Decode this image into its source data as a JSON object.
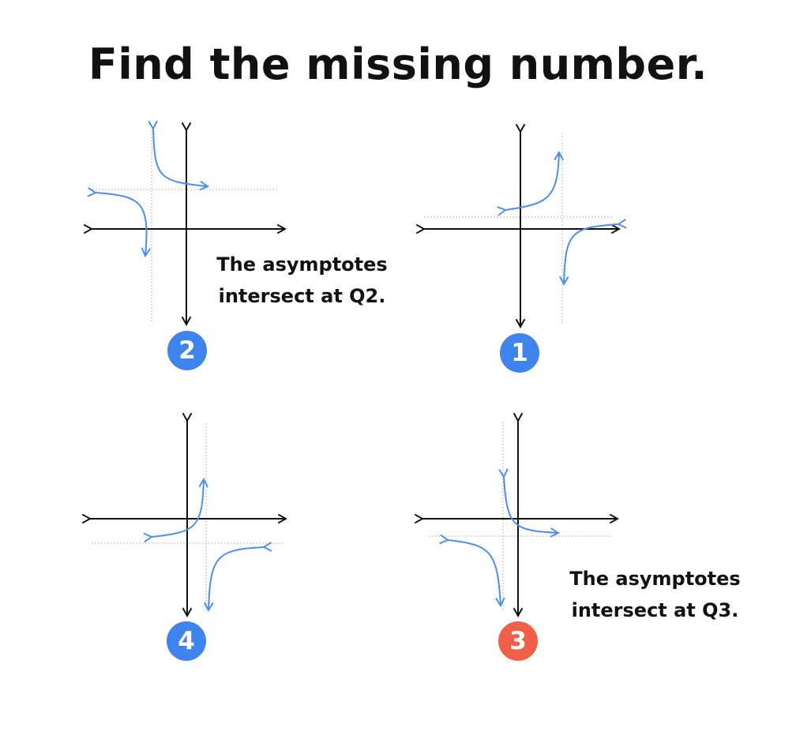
{
  "title": "Find the missing number.",
  "colors": {
    "curve": "#4a8ef0",
    "badge_default": "#3f83ec",
    "badge_highlight": "#f05f48",
    "axis": "#111111",
    "asymptote": "#b9b9b9",
    "text": "#111111"
  },
  "panels": [
    {
      "id": "top-left",
      "badge": "2",
      "badge_color": "#3f83ec",
      "note_lines": [
        "The asymptotes",
        "intersect at Q2."
      ],
      "asymptote_quadrant": "Q2"
    },
    {
      "id": "top-right",
      "badge": "1",
      "badge_color": "#3f83ec",
      "note_lines": [],
      "asymptote_quadrant": "Q1"
    },
    {
      "id": "bottom-left",
      "badge": "4",
      "badge_color": "#3f83ec",
      "note_lines": [],
      "asymptote_quadrant": "Q4"
    },
    {
      "id": "bottom-right",
      "badge": "3",
      "badge_color": "#f05f48",
      "note_lines": [
        "The asymptotes",
        "intersect at Q3."
      ],
      "asymptote_quadrant": "Q3"
    }
  ]
}
